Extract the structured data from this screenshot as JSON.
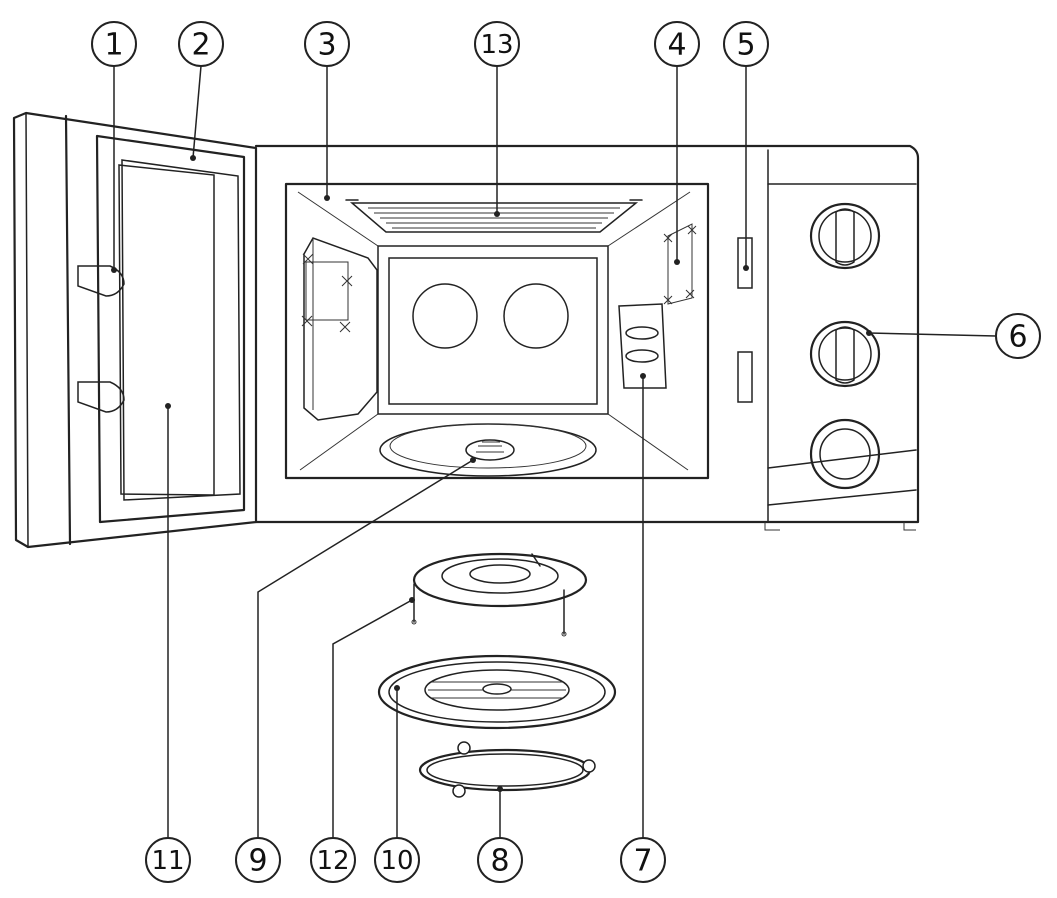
{
  "callouts": [
    {
      "id": "c1",
      "label": "1"
    },
    {
      "id": "c2",
      "label": "2"
    },
    {
      "id": "c3",
      "label": "3"
    },
    {
      "id": "c13",
      "label": "13"
    },
    {
      "id": "c4",
      "label": "4"
    },
    {
      "id": "c5",
      "label": "5"
    },
    {
      "id": "c6",
      "label": "6"
    },
    {
      "id": "c11",
      "label": "11"
    },
    {
      "id": "c9",
      "label": "9"
    },
    {
      "id": "c12",
      "label": "12"
    },
    {
      "id": "c10",
      "label": "10"
    },
    {
      "id": "c8",
      "label": "8"
    },
    {
      "id": "c7",
      "label": "7"
    }
  ]
}
